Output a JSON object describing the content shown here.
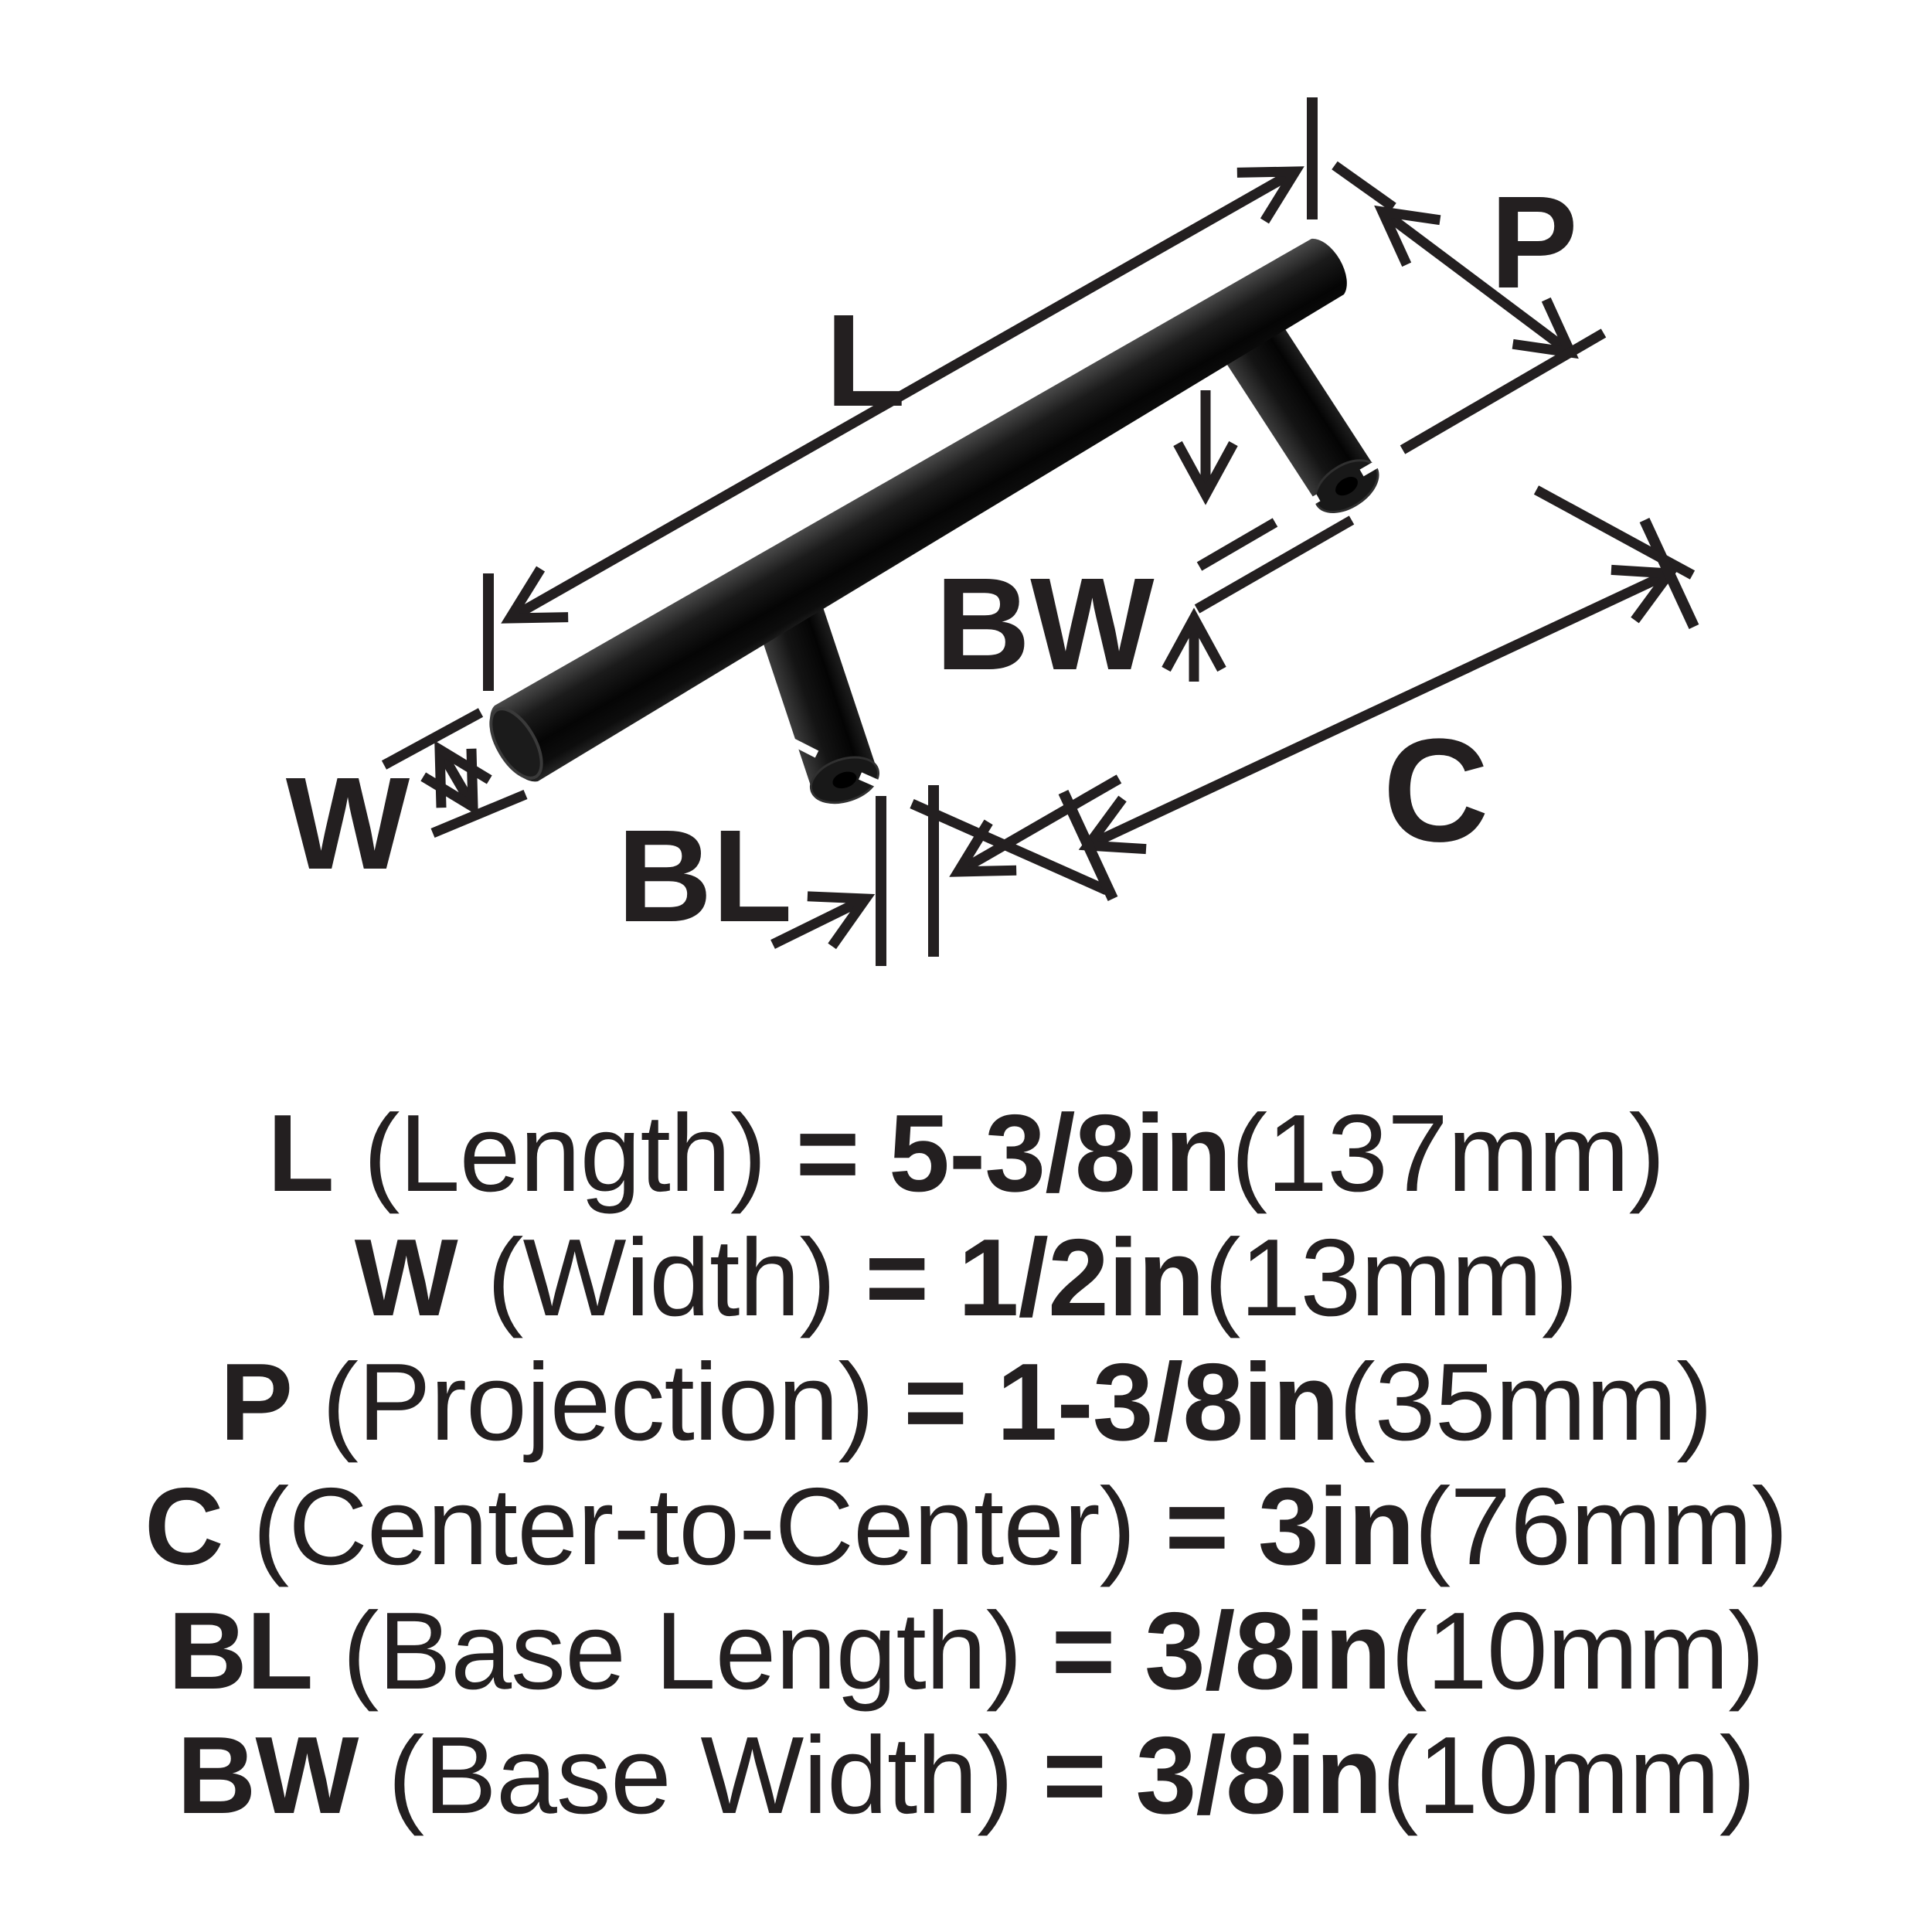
{
  "diagram": {
    "labels": {
      "length": "L",
      "projection": "P",
      "width": "W",
      "center_to_center": "C",
      "base_length": "BL",
      "base_width": "BW"
    },
    "colors": {
      "ink": "#231f20",
      "background": "#ffffff",
      "handle_finish": "matte-black"
    }
  },
  "specs": [
    {
      "sym": "L",
      "name": " (Length) ",
      "eq": "= ",
      "val": "5-3/8in",
      "met": "(137mm)"
    },
    {
      "sym": "W",
      "name": " (Width) ",
      "eq": "= ",
      "val": "1/2in",
      "met": "(13mm)"
    },
    {
      "sym": "P",
      "name": " (Projection) ",
      "eq": "= ",
      "val": "1-3/8in",
      "met": "(35mm)"
    },
    {
      "sym": "C",
      "name": " (Center-to-Center) ",
      "eq": "= ",
      "val": "3in",
      "met": "(76mm)"
    },
    {
      "sym": "BL",
      "name": " (Base Length) ",
      "eq": "= ",
      "val": "3/8in",
      "met": "(10mm)"
    },
    {
      "sym": "BW",
      "name": " (Base Width) ",
      "eq": "= ",
      "val": "3/8in",
      "met": "(10mm)"
    }
  ]
}
